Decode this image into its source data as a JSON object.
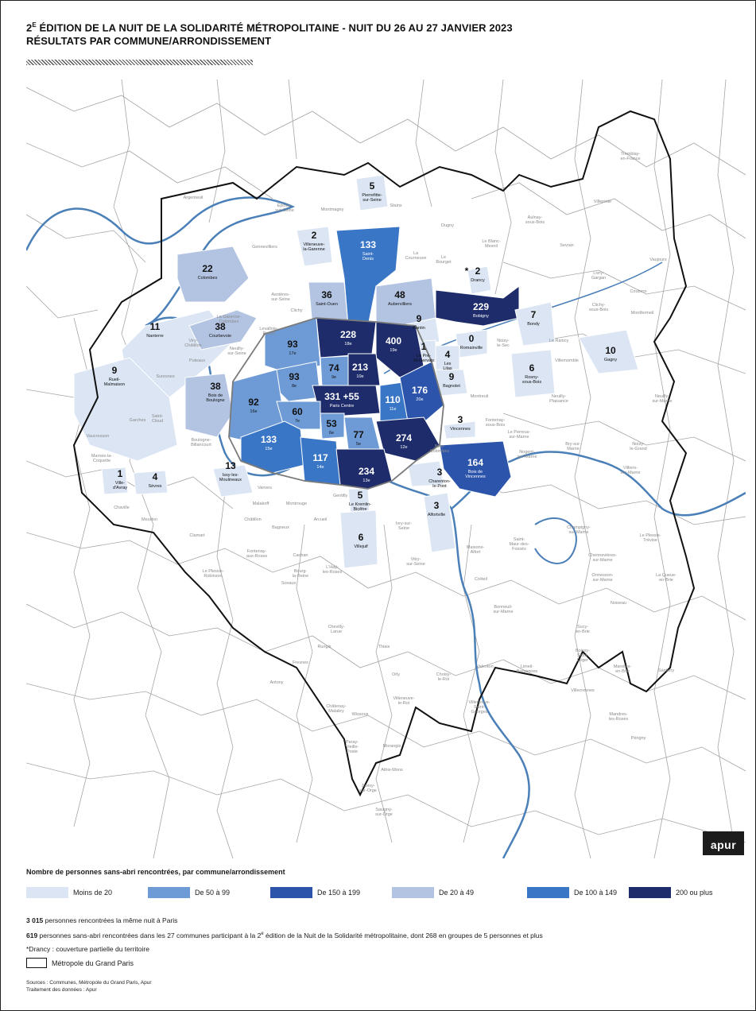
{
  "title": {
    "line1_pre": "2",
    "line1_sup": "E",
    "line1_post": " ÉDITION DE LA NUIT DE LA SOLIDARITÉ MÉTROPOLITAINE - NUIT DU 26 AU 27 JANVIER 2023",
    "line2": "RÉSULTATS PAR COMMUNE/ARRONDISSEMENT"
  },
  "colors": {
    "moins_20": "#dbe5f3",
    "de_20_49": "#b3c4e3",
    "de_50_99": "#6e9bd6",
    "de_100_149": "#3a76c6",
    "de_150_199": "#2c54aa",
    "de_200_plus": "#1e2c6b",
    "river": "#4a7fb8",
    "border": "#111111",
    "commune_line": "#9a9a9a"
  },
  "logo": "apur",
  "legend": {
    "title": "Nombre de personnes sans-abri rencontrées, par commune/arrondissement",
    "items": [
      {
        "label": "Moins de 20",
        "color": "#dbe5f3"
      },
      {
        "label": "De 50 à 99",
        "color": "#6e9bd6"
      },
      {
        "label": "De 150 à 199",
        "color": "#2c54aa"
      },
      {
        "label": "De 20 à 49",
        "color": "#b3c4e3"
      },
      {
        "label": "De 100 à 149",
        "color": "#3a76c6"
      },
      {
        "label": "200 ou plus",
        "color": "#1e2c6b"
      }
    ],
    "outline_label": "Métropole du Grand Paris"
  },
  "stats": {
    "paris_num": "3 015",
    "paris_text": " personnes rencontrées la même nuit à Paris",
    "metro_num": "619",
    "metro_text_pre": " personnes sans-abri rencontrées dans les 27 communes participant à la 2",
    "metro_sup": "e",
    "metro_text_post": " édition de la Nuit de la Solidarité métropolitaine, dont 268 en groupes de 5 personnes et plus",
    "note": "*Drancy : couverture partielle du territoire"
  },
  "sources": {
    "line1": "Sources : Communes, Métropole du Grand Paris, Apur",
    "line2": "Traitement des données : Apur"
  },
  "areas": [
    {
      "id": "pierrefitte",
      "value": "5",
      "name": "Pierrefitte-\nsur-Seine"
    },
    {
      "id": "villeneuve-garenne",
      "value": "2",
      "name": "Villeneuve-\nla-Garenne"
    },
    {
      "id": "saint-denis",
      "value": "133",
      "name": "Saint-\nDenis"
    },
    {
      "id": "drancy",
      "value": "2",
      "name": "Drancy"
    },
    {
      "id": "colombes",
      "value": "22",
      "name": "Colombes"
    },
    {
      "id": "saint-ouen",
      "value": "36",
      "name": "Saint-Ouen"
    },
    {
      "id": "aubervilliers",
      "value": "48",
      "name": "Aubervilliers"
    },
    {
      "id": "bobigny",
      "value": "229",
      "name": "Bobigny"
    },
    {
      "id": "bondy",
      "value": "7",
      "name": "Bondy"
    },
    {
      "id": "nanterre",
      "value": "11",
      "name": "Nanterre"
    },
    {
      "id": "courbevoie",
      "value": "38",
      "name": "Courbevoie"
    },
    {
      "id": "pantin",
      "value": "9",
      "name": "Pantin"
    },
    {
      "id": "romainville",
      "value": "0",
      "name": "Romainville"
    },
    {
      "id": "pre-st-gervais",
      "value": "1",
      "name": "Le Pré-\nSt-Gervais"
    },
    {
      "id": "les-lilas",
      "value": "4",
      "name": "Les\nLilas"
    },
    {
      "id": "bagnolet",
      "value": "9",
      "name": "Bagnolet"
    },
    {
      "id": "gagny",
      "value": "10",
      "name": "Gagny"
    },
    {
      "id": "rosny",
      "value": "6",
      "name": "Rosny-\nsous-Bois"
    },
    {
      "id": "rueil",
      "value": "9",
      "name": "Rueil-\nMalmaison"
    },
    {
      "id": "bois-boulogne",
      "value": "38",
      "name": "Bois de\nBoulogne"
    },
    {
      "id": "p17",
      "value": "93",
      "name": "17e"
    },
    {
      "id": "p18",
      "value": "228",
      "name": "18e"
    },
    {
      "id": "p19",
      "value": "400",
      "name": "19e"
    },
    {
      "id": "p8",
      "value": "93",
      "name": "8e"
    },
    {
      "id": "p9",
      "value": "74",
      "name": "9e"
    },
    {
      "id": "p10",
      "value": "213",
      "name": "10e"
    },
    {
      "id": "p16",
      "value": "92",
      "name": "16e"
    },
    {
      "id": "pcentre",
      "value": "331 +55",
      "name": "Paris Centre"
    },
    {
      "id": "p11",
      "value": "110",
      "name": "11e"
    },
    {
      "id": "p20",
      "value": "176",
      "name": "20e"
    },
    {
      "id": "p7",
      "value": "60",
      "name": "7e"
    },
    {
      "id": "p6",
      "value": "53",
      "name": "6e"
    },
    {
      "id": "p5",
      "value": "77",
      "name": "5e"
    },
    {
      "id": "p12",
      "value": "274",
      "name": "12e"
    },
    {
      "id": "p15",
      "value": "133",
      "name": "15e"
    },
    {
      "id": "p14",
      "value": "117",
      "name": "14e"
    },
    {
      "id": "p13",
      "value": "234",
      "name": "13e"
    },
    {
      "id": "vincennes",
      "value": "3",
      "name": "Vincennes"
    },
    {
      "id": "bois-vincennes",
      "value": "164",
      "name": "Bois de\nVincennes"
    },
    {
      "id": "issy",
      "value": "13",
      "name": "Issy-les-\nMoulineaux"
    },
    {
      "id": "ville-avray",
      "value": "1",
      "name": "Ville-\nd'Avray"
    },
    {
      "id": "sevres",
      "value": "4",
      "name": "Sèvres"
    },
    {
      "id": "charenton",
      "value": "3",
      "name": "Charenton-\nle-Pont"
    },
    {
      "id": "kremlin",
      "value": "5",
      "name": "Le Kremlin-\nBicêtre"
    },
    {
      "id": "alfortville",
      "value": "3",
      "name": "Alfortville"
    },
    {
      "id": "villejuif",
      "value": "6",
      "name": "Villejuif"
    }
  ],
  "place_names": [
    "Argenteuil",
    "Épinay-\nsur-Seine",
    "Montmagny",
    "Stains",
    "Dugny",
    "Aulnay-\nsous-Bois",
    "Villepinte",
    "Tremblay-\nen-France",
    "Gennevilliers",
    "La\nCourneuve",
    "Le\nBourget",
    "Le Blanc-\nMesnil",
    "Sevran",
    "Vaujours",
    "Livry-\nGargan",
    "Coubron",
    "Clichy-\nsous-Bois",
    "Montfermeil",
    "Asnières-\nsur-Seine",
    "Clichy",
    "Levallois-\nPerret",
    "Neuilly-\nsur-Seine",
    "Puteaux",
    "Suresnes",
    "Noisy-\nle-Sec",
    "Le Raincy",
    "Villemomble",
    "Neuilly-\nPlaisance",
    "Neuilly-\nsur-Marne",
    "Montreuil",
    "Fontenay-\nsous-Bois",
    "Le Perreux-\nsur-Marne",
    "Bry-sur-\nMarne",
    "Noisy-\nle-Grand",
    "Villiers-\nsur-Marne",
    "Nogent-\nsur-Marne",
    "Saint-\nCloud",
    "Garches",
    "Vaucresson",
    "Marnes-la-\nCoquette",
    "Boulogne-\nBillancourt",
    "Chaville",
    "Meudon",
    "Vanves",
    "Malakoff",
    "Montrouge",
    "Gentilly",
    "Clamart",
    "Châtillon",
    "Bagneux",
    "Arcueil",
    "Cachan",
    "Fontenay-\naux-Roses",
    "Le Plessis-\nRobinson",
    "Sceaux",
    "Bourg-\nla-Reine",
    "L'Haÿ-\nles-Roses",
    "Ivry-sur-\nSeine",
    "Vitry-\nsur-Seine",
    "Maisons-\nAlfort",
    "Saint-\nMaur-des-\nFossés",
    "Champigny-\nsur-Marne",
    "Chennevières-\nsur-Marne",
    "Le Plessis-\nTrévise",
    "La Queue-\nen-Brie",
    "Ormesson-\nsur-Marne",
    "Noiseau",
    "Créteil",
    "Bonneuil-\nsur-Marne",
    "Sucy-\nen-Brie",
    "Boissy-\nSaint-\nLéger",
    "Limeil-\nBrévannes",
    "Marolles-\nen-Brie",
    "Santeny",
    "Villecresnes",
    "Mandres-\nles-Roses",
    "Périgny",
    "Choisy-\nle-Roi",
    "Valenton",
    "Villeneuve-\nSaint-\nGeorges",
    "Villeneuve-\nle-Roi",
    "Orly",
    "Thiais",
    "Chevilly-\nLarue",
    "Rungis",
    "Fresnes",
    "Antony",
    "Châtenay-\nMalabry",
    "Wissous",
    "Paray-\nVieille-\nPoste",
    "Morangis",
    "Athis-Mons",
    "Juvisy-\nsur-Orge",
    "Savigny-\nsur-Orge",
    "Viry-\nChâtillon",
    "La Garenne-\nColombes",
    "Bois-\nColombes",
    "Saint-\nMandé"
  ]
}
